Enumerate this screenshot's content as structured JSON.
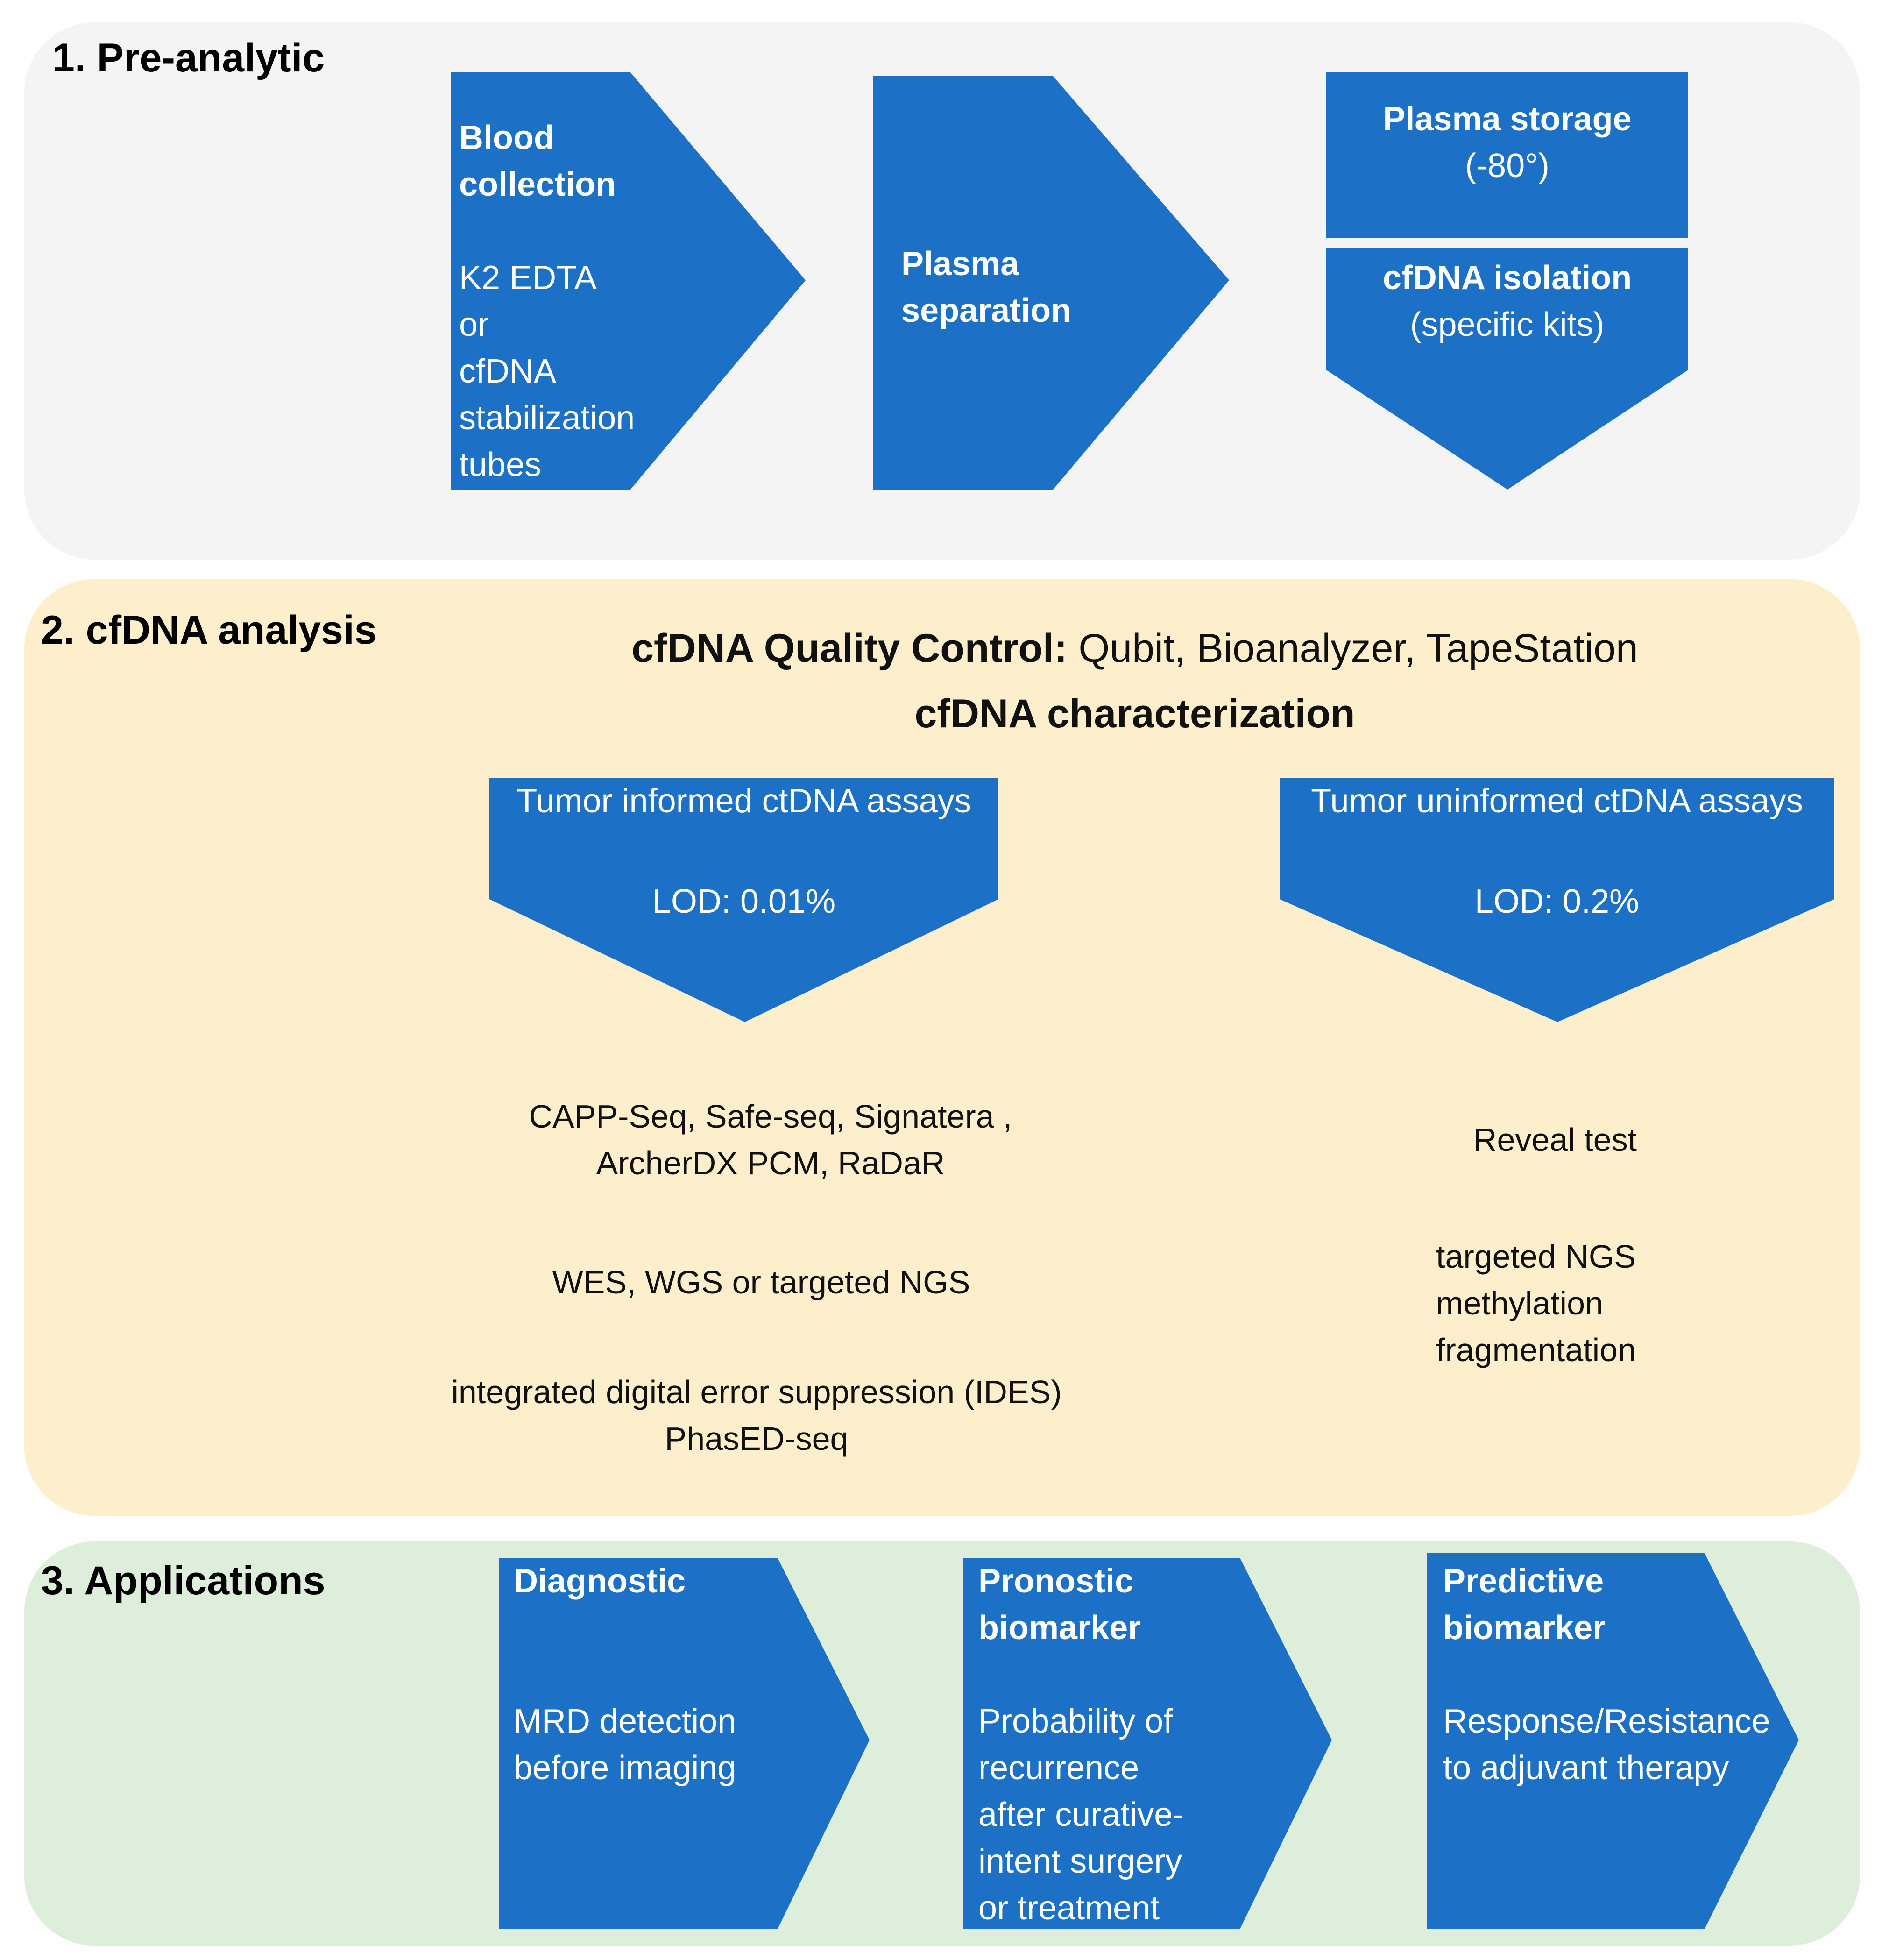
{
  "sections": {
    "pre_analytic": {
      "title": "1. Pre-analytic",
      "blood": {
        "title1": "Blood",
        "title2": "collection",
        "lines": [
          "K2 EDTA",
          "or",
          "cfDNA",
          "stabilization",
          "tubes"
        ]
      },
      "plasma_sep": {
        "line1": "Plasma",
        "line2": "separation"
      },
      "storage": {
        "title": "Plasma storage",
        "sub": "(-80°)"
      },
      "isolation": {
        "title": "cfDNA isolation",
        "sub": "(specific kits)"
      }
    },
    "analysis": {
      "title": "2. cfDNA analysis",
      "qc_bold": "cfDNA Quality Control:",
      "qc_rest": " Qubit, Bioanalyzer, TapeStation",
      "characterization": "cfDNA characterization",
      "informed": {
        "title": "Tumor informed ctDNA assays",
        "lod": "LOD: 0.01%"
      },
      "uninformed": {
        "title": "Tumor uninformed ctDNA assays",
        "lod": "LOD: 0.2%"
      },
      "informed_text": {
        "line1": "CAPP-Seq, Safe-seq,  Signatera ,",
        "line2": "ArcherDX PCM, RaDaR",
        "line3": "WES, WGS or targeted NGS",
        "line4": "integrated digital error suppression (IDES)",
        "line5": "PhasED-seq"
      },
      "uninformed_text": {
        "line1": "Reveal test",
        "line2": "targeted NGS",
        "line3": "methylation",
        "line4": "fragmentation"
      }
    },
    "applications": {
      "title": "3. Applications",
      "diagnostic": {
        "title": "Diagnostic",
        "lines": [
          "MRD detection",
          "before imaging"
        ]
      },
      "prognostic": {
        "title1": "Pronostic",
        "title2": "biomarker",
        "lines": [
          "Probability of",
          "recurrence",
          "after curative-",
          "intent surgery",
          "or treatment"
        ]
      },
      "predictive": {
        "title1": "Predictive",
        "title2": "biomarker",
        "lines": [
          "Response/Resistance",
          "to adjuvant therapy"
        ]
      }
    }
  },
  "colors": {
    "box_blue": "#1c70c6",
    "section1_bg": "#f4f4f4",
    "section2_bg": "#fdefcb",
    "section3_bg": "#ddeedb"
  }
}
